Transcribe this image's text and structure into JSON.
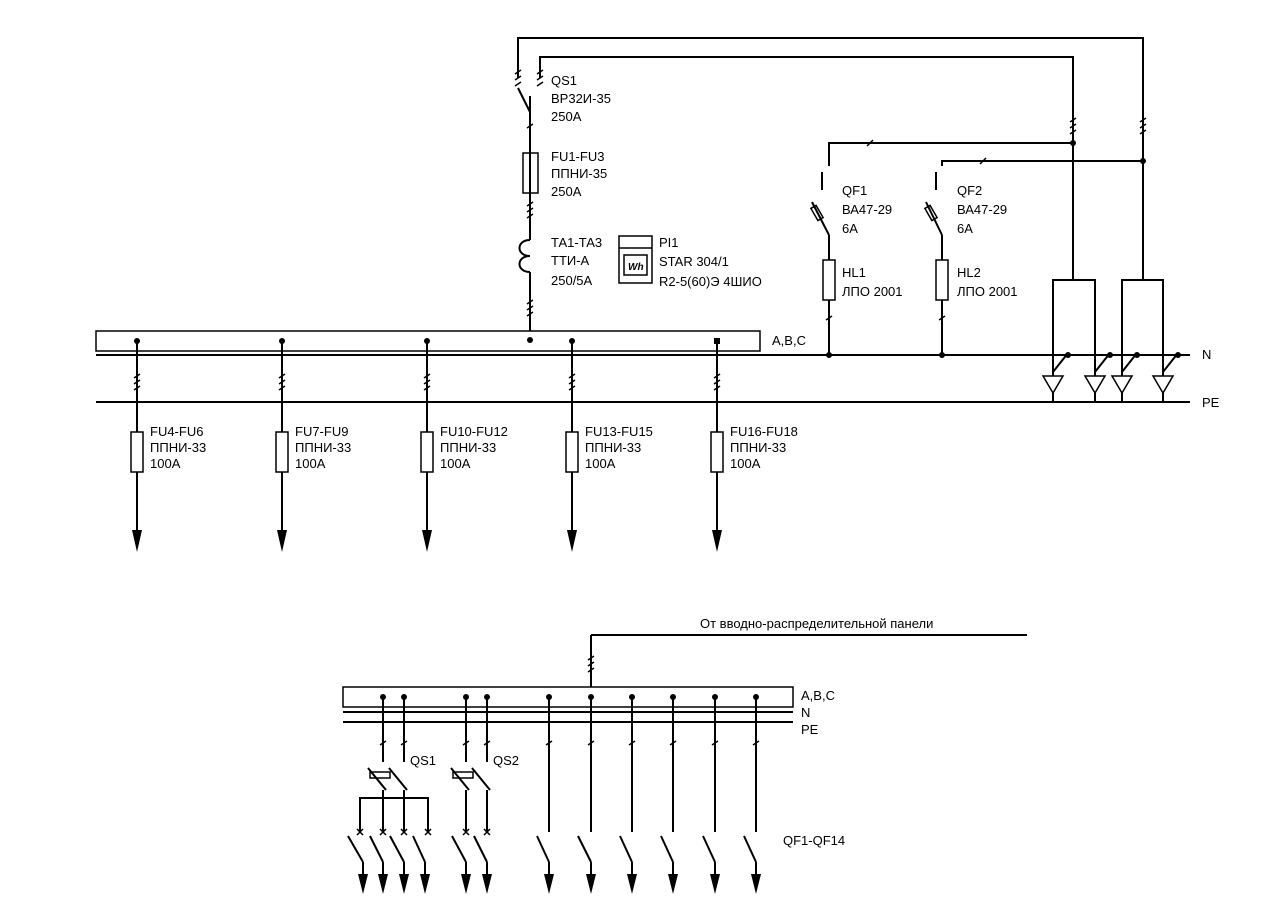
{
  "top": {
    "qs1": {
      "name": "QS1",
      "type": "ВР32И-35",
      "rating": "250А"
    },
    "fu1": {
      "name": "FU1-FU3",
      "type": "ППНИ-35",
      "rating": "250А"
    },
    "ta": {
      "name": "ТА1-ТА3",
      "type": "ТТИ-А",
      "ratio": "250/5А"
    },
    "pi1": {
      "name": "PI1",
      "model": "STAR 304/1",
      "spec": "R2-5(60)Э 4ШИО",
      "icon": "Wh"
    },
    "qf1": {
      "name": "QF1",
      "type": "ВА47-29",
      "rating": "6А"
    },
    "qf2": {
      "name": "QF2",
      "type": "ВА47-29",
      "rating": "6А"
    },
    "hl1": {
      "name": "HL1",
      "type": "ЛПО 2001"
    },
    "hl2": {
      "name": "HL2",
      "type": "ЛПО 2001"
    },
    "bus_abc": "A,B,C",
    "bus_n": "N",
    "bus_pe": "PE",
    "feeders": [
      {
        "name": "FU4-FU6",
        "type": "ППНИ-33",
        "rating": "100А"
      },
      {
        "name": "FU7-FU9",
        "type": "ППНИ-33",
        "rating": "100А"
      },
      {
        "name": "FU10-FU12",
        "type": "ППНИ-33",
        "rating": "100А"
      },
      {
        "name": "FU13-FU15",
        "type": "ППНИ-33",
        "rating": "100А"
      },
      {
        "name": "FU16-FU18",
        "type": "ППНИ-33",
        "rating": "100А"
      }
    ]
  },
  "bottom": {
    "source_label": "От вводно-распределительной панели",
    "bus_abc": "A,B,C",
    "bus_n": "N",
    "bus_pe": "PE",
    "qs1": "QS1",
    "qs2": "QS2",
    "qf_group": "QF1-QF14"
  }
}
